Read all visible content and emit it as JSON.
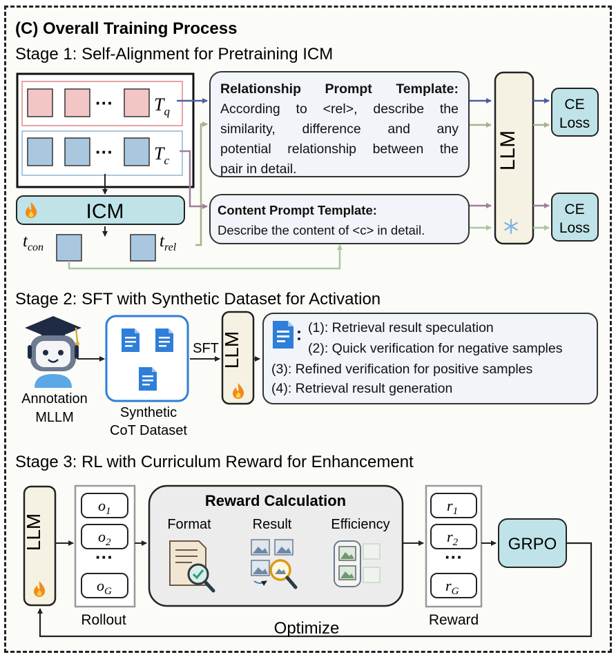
{
  "title": "(C) Overall Training Process",
  "stage1": {
    "heading": "Stage 1: Self-Alignment for Pretraining ICM",
    "tq_label": "T",
    "tq_sub": "q",
    "tc_label": "T",
    "tc_sub": "c",
    "ellipsis": "···",
    "icm_label": "ICM",
    "tcon_label": "t",
    "tcon_sub": "con",
    "trel_label": "t",
    "trel_sub": "rel",
    "rel_prompt_title": "Relationship Prompt Template:",
    "rel_prompt_lines": [
      "According to <rel>, describe the",
      "similarity, difference and any",
      "potential relationship between the",
      "pair in detail."
    ],
    "content_prompt_title": "Content Prompt Template:",
    "content_prompt_text": "Describe the content of <c> in detail.",
    "llm_label": "LLM",
    "ce_loss_1": [
      "CE",
      "Loss"
    ],
    "ce_loss_2": [
      "CE",
      "Loss"
    ]
  },
  "stage2": {
    "heading": "Stage 2: SFT with Synthetic Dataset for Activation",
    "annotator_label": [
      "Annotation",
      "MLLM"
    ],
    "dataset_label": [
      "Synthetic",
      "CoT Dataset"
    ],
    "sft_label": "SFT",
    "llm_label": "LLM",
    "steps": [
      "(1): Retrieval result speculation",
      "(2): Quick verification for negative samples",
      "(3): Refined verification for positive samples",
      "(4): Retrieval result generation"
    ]
  },
  "stage3": {
    "heading": "Stage 3: RL with Curriculum Reward for Enhancement",
    "llm_label": "LLM",
    "rollout_items": [
      {
        "v": "o",
        "s": "1"
      },
      {
        "v": "o",
        "s": "2"
      },
      {
        "v": "o",
        "s": "G"
      }
    ],
    "rollout_label": "Rollout",
    "reward_calc_title": "Reward Calculation",
    "reward_parts": [
      "Format",
      "Result",
      "Efficiency"
    ],
    "reward_items": [
      {
        "v": "r",
        "s": "1"
      },
      {
        "v": "r",
        "s": "2"
      },
      {
        "v": "r",
        "s": "G"
      }
    ],
    "reward_label": "Reward",
    "grpo_label": "GRPO",
    "optimize_label": "Optimize",
    "dots": "···"
  },
  "colors": {
    "pink_fill": "#f3c6c6",
    "pink_border": "#e8a3a3",
    "blue_fill": "#a9c8e0",
    "blue_border": "#a8c7e0",
    "teal_fill": "#bfe3e8",
    "llm_fill": "#f6f2e3",
    "prompt_fill": "#f1f4f8",
    "doc_blue": "#2f7ed8",
    "arrow_navy": "#4b5ea0",
    "arrow_olive": "#a9b08a",
    "arrow_mauve": "#9f7f9a",
    "arrow_green": "#a9c7a0"
  },
  "icons": [
    "fire-icon",
    "snowflake-icon",
    "robot-icon",
    "document-icon",
    "form-check-icon",
    "image-search-icon",
    "image-stack-icon"
  ]
}
